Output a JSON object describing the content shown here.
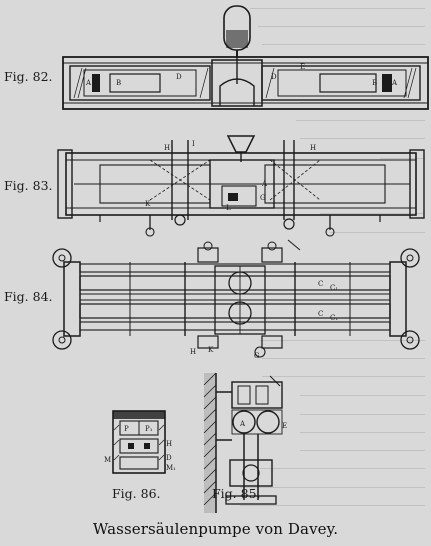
{
  "figures": {
    "fig82": "Fig. 82.",
    "fig83": "Fig. 83.",
    "fig84": "Fig. 84.",
    "fig86": "Fig. 86.",
    "fig85": "Fig. 85."
  },
  "caption": "Wassersäulenpumpe von Davey."
}
